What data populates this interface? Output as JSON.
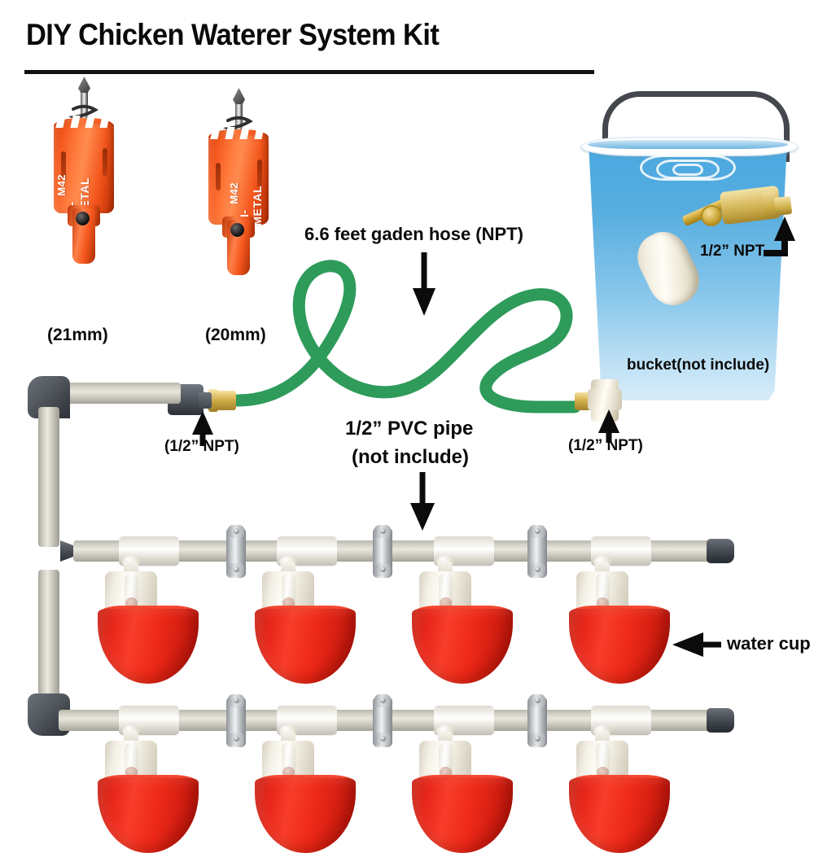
{
  "page": {
    "title": "DIY Chicken Waterer System Kit",
    "background": "#ffffff"
  },
  "colors": {
    "hose_green": "#2e9b5b",
    "cup_red": "#ef2a18",
    "saw_orange": "#f4571d",
    "bucket_blue": "#56addf",
    "pipe_gray": "#d6d4c9",
    "fitting_dark": "#3c4147",
    "text_black": "#0b0b0b"
  },
  "hole_saws": [
    {
      "name": "hole-saw-21mm",
      "brand": "BI-METAL",
      "grade": "M42",
      "caption": "(21mm)"
    },
    {
      "name": "hole-saw-20mm",
      "brand": "BI-METAL",
      "grade": "M42",
      "caption": "(20mm)"
    }
  ],
  "labels": {
    "hose": "6.6 feet gaden hose (NPT)",
    "npt_left": "(1/2”  NPT)",
    "npt_right": "(1/2”  NPT)",
    "pvc_line1": "1/2”   PVC pipe",
    "pvc_line2": "(not include)",
    "float_npt": "1/2”  NPT",
    "bucket": "bucket(not include)",
    "water_cup": "water cup"
  }
}
